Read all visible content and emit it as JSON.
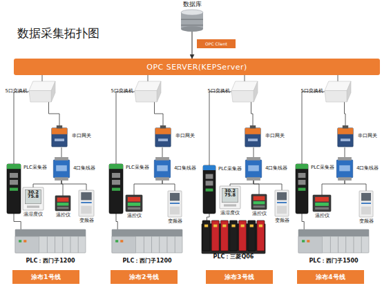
{
  "diagram": {
    "title": "数据采集拓扑图",
    "nodes": [
      {
        "text": [
          "数据库"
        ]
      },
      {
        "text": [
          "OPC Client"
        ]
      },
      {
        "text": [
          "OPC SERVER(KEPServer)"
        ]
      },
      {
        "text": [
          "5口交换机"
        ]
      },
      {
        "text": [
          "串口网关"
        ]
      },
      {
        "text": [
          "PLC采集器"
        ]
      },
      {
        "text": [
          "4口集线器"
        ]
      },
      {
        "text": [
          "30.2 75.8",
          "温湿度仪"
        ]
      },
      {
        "text": [
          "温控仪"
        ]
      },
      {
        "text": [
          "变频器"
        ]
      },
      {
        "text": [
          "PLC：西门子1200"
        ]
      },
      {
        "text": [
          "涂布1号线"
        ]
      },
      {
        "text": [
          "5口交换机"
        ]
      },
      {
        "text": [
          "串口网关"
        ]
      },
      {
        "text": [
          "PLC采集器"
        ]
      },
      {
        "text": [
          "4口集线器"
        ]
      },
      {
        "text": [
          "温控仪"
        ]
      },
      {
        "text": [
          "变频器"
        ]
      },
      {
        "text": [
          "PLC：西门子1200"
        ]
      },
      {
        "text": [
          "涂布2号线"
        ]
      },
      {
        "text": [
          "5口交换机"
        ]
      },
      {
        "text": [
          "串口网关"
        ]
      },
      {
        "text": [
          "PLC采集器"
        ]
      },
      {
        "text": [
          "4口集线器"
        ]
      },
      {
        "text": [
          "30.2 75.8",
          "温湿度仪"
        ]
      },
      {
        "text": [
          "温控仪"
        ]
      },
      {
        "text": [
          "变频器"
        ]
      },
      {
        "text": [
          "PLC：三菱Q06"
        ]
      },
      {
        "text": [
          "涂布3号线"
        ]
      },
      {
        "text": [
          "5口交换机"
        ]
      },
      {
        "text": [
          "串口网关"
        ]
      },
      {
        "text": [
          "PLC采集器"
        ]
      },
      {
        "text": [
          "4口集线器"
        ]
      },
      {
        "text": [
          "温控仪"
        ]
      },
      {
        "text": [
          "变频器"
        ]
      },
      {
        "text": [
          "PLC：西门子1500"
        ]
      },
      {
        "text": [
          "涂布4号线"
        ]
      }
    ],
    "edges": [
      {
        "from": 0,
        "to": 2,
        "arrow": "to"
      },
      {
        "from": 2,
        "to": 3,
        "arrow": "none"
      },
      {
        "from": 3,
        "to": 4,
        "arrow": "none"
      },
      {
        "from": 3,
        "to": 5,
        "arrow": "none"
      },
      {
        "from": 4,
        "to": 6,
        "arrow": "none"
      },
      {
        "from": 6,
        "to": 7,
        "arrow": "none"
      },
      {
        "from": 6,
        "to": 8,
        "arrow": "none"
      },
      {
        "from": 6,
        "to": 9,
        "arrow": "none"
      },
      {
        "from": 5,
        "to": 10,
        "arrow": "none"
      },
      {
        "from": 2,
        "to": 12,
        "arrow": "none"
      },
      {
        "from": 12,
        "to": 13,
        "arrow": "none"
      },
      {
        "from": 12,
        "to": 14,
        "arrow": "none"
      },
      {
        "from": 13,
        "to": 15,
        "arrow": "none"
      },
      {
        "from": 15,
        "to": 16,
        "arrow": "none"
      },
      {
        "from": 15,
        "to": 17,
        "arrow": "none"
      },
      {
        "from": 14,
        "to": 18,
        "arrow": "none"
      },
      {
        "from": 2,
        "to": 20,
        "arrow": "none"
      },
      {
        "from": 20,
        "to": 21,
        "arrow": "none"
      },
      {
        "from": 20,
        "to": 22,
        "arrow": "none"
      },
      {
        "from": 21,
        "to": 23,
        "arrow": "none"
      },
      {
        "from": 23,
        "to": 24,
        "arrow": "none"
      },
      {
        "from": 23,
        "to": 25,
        "arrow": "none"
      },
      {
        "from": 23,
        "to": 26,
        "arrow": "none"
      },
      {
        "from": 22,
        "to": 27,
        "arrow": "none"
      },
      {
        "from": 2,
        "to": 29,
        "arrow": "none"
      },
      {
        "from": 29,
        "to": 30,
        "arrow": "none"
      },
      {
        "from": 29,
        "to": 31,
        "arrow": "none"
      },
      {
        "from": 30,
        "to": 32,
        "arrow": "none"
      },
      {
        "from": 32,
        "to": 33,
        "arrow": "none"
      },
      {
        "from": 32,
        "to": 34,
        "arrow": "none"
      },
      {
        "from": 31,
        "to": 35,
        "arrow": "none"
      }
    ]
  }
}
